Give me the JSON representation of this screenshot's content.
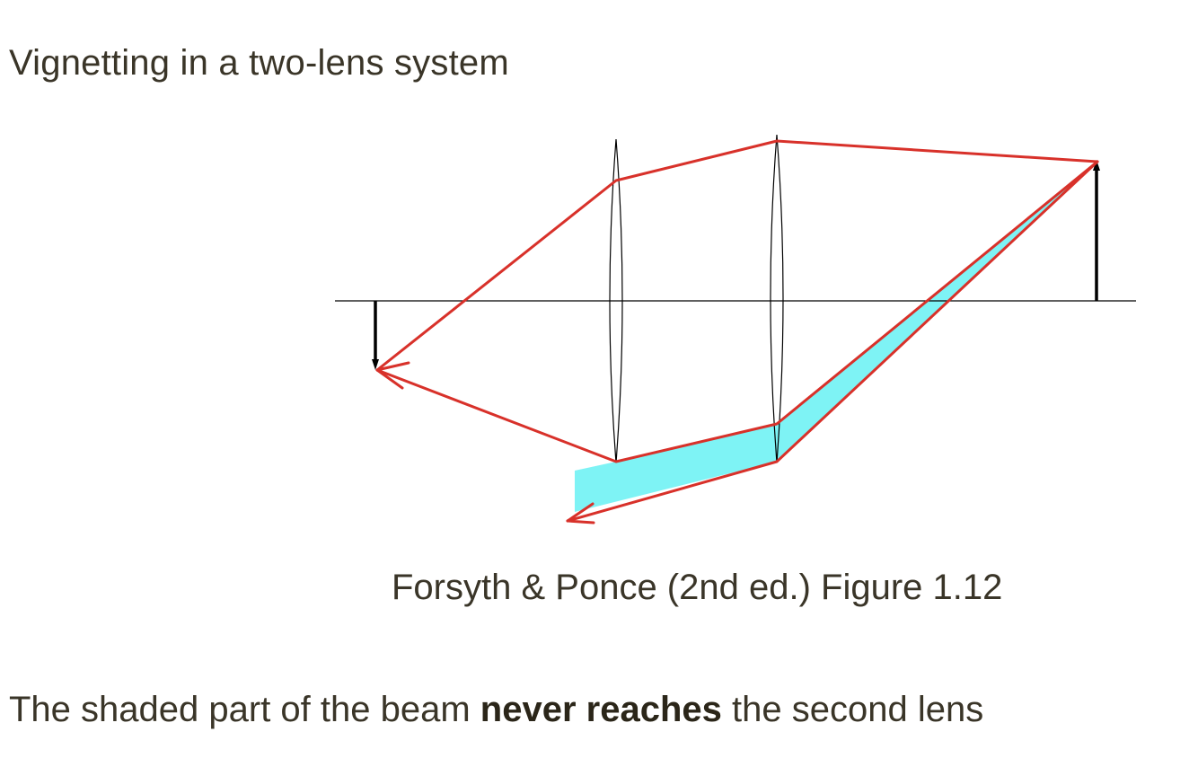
{
  "title": "Vignetting in a two-lens system",
  "caption": "Forsyth & Ponce (2nd ed.) Figure 1.12",
  "statement": {
    "before": "The shaded part of the beam ",
    "emphasis": "never reaches",
    "after": " the second lens"
  },
  "colors": {
    "ray": "#d8312a",
    "shaded_beam": "#7ef3f5",
    "axis": "#000000",
    "lens_outline": "#000000",
    "text": "#3a3528"
  }
}
